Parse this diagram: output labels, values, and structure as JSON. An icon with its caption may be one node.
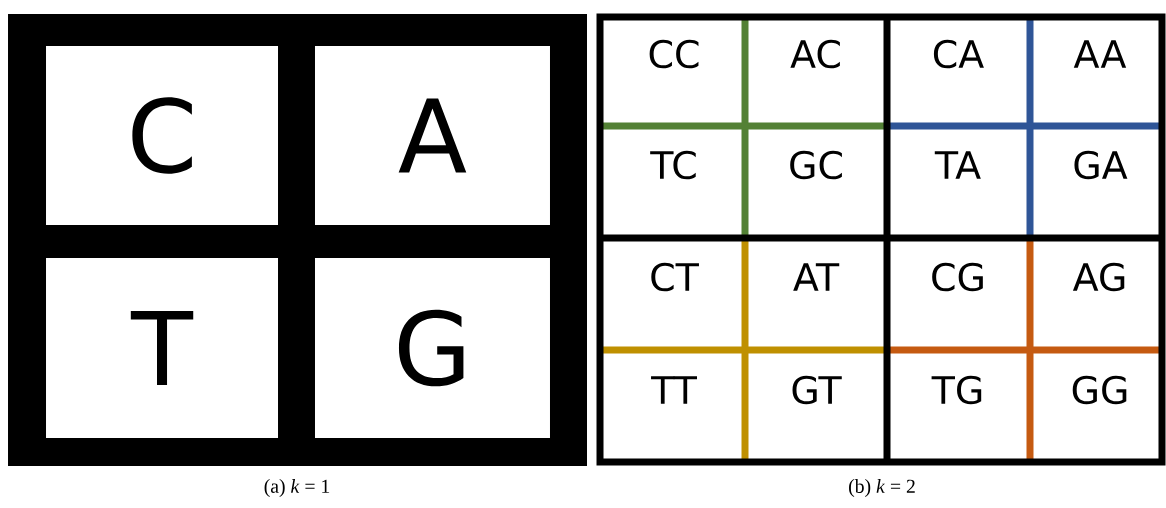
{
  "diagram": {
    "nodes": [
      {
        "text": [
          "C"
        ]
      },
      {
        "text": [
          "A"
        ]
      },
      {
        "text": [
          "T"
        ]
      },
      {
        "text": [
          "G"
        ]
      },
      {
        "text": [
          "CC"
        ]
      },
      {
        "text": [
          "AC"
        ]
      },
      {
        "text": [
          "CA"
        ]
      },
      {
        "text": [
          "AA"
        ]
      },
      {
        "text": [
          "TC"
        ]
      },
      {
        "text": [
          "GC"
        ]
      },
      {
        "text": [
          "TA"
        ]
      },
      {
        "text": [
          "GA"
        ]
      },
      {
        "text": [
          "CT"
        ]
      },
      {
        "text": [
          "AT"
        ]
      },
      {
        "text": [
          "CG"
        ]
      },
      {
        "text": [
          "AG"
        ]
      },
      {
        "text": [
          "TT"
        ]
      },
      {
        "text": [
          "GT"
        ]
      },
      {
        "text": [
          "TG"
        ]
      },
      {
        "text": [
          "GG"
        ]
      }
    ],
    "labels": [
      "(a) *k* = 1",
      "(b) *k* = 2"
    ]
  }
}
